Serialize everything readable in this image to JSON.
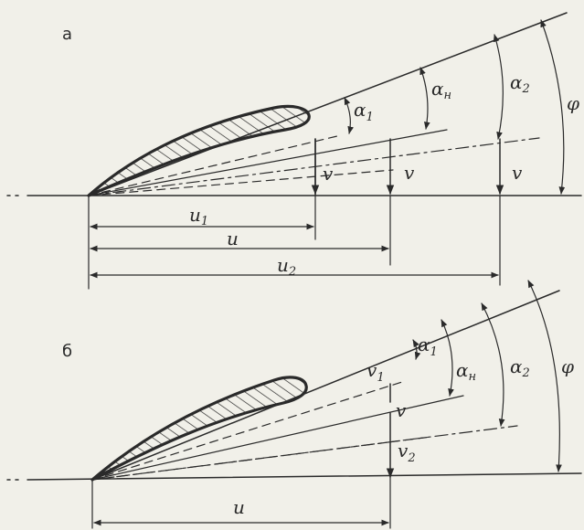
{
  "panels": {
    "a": {
      "letter": "a",
      "angles": {
        "alpha1": "α",
        "alpha1_sub": "1",
        "alphaN": "α",
        "alphaN_sub": "н",
        "alpha2": "α",
        "alpha2_sub": "2",
        "phi": "φ"
      },
      "velocities": {
        "v1": "v",
        "v2": "v",
        "v3": "v"
      },
      "dims": {
        "u1": "u",
        "u1_sub": "1",
        "u": "u",
        "u2": "u",
        "u2_sub": "2"
      }
    },
    "b": {
      "letter": "б",
      "angles": {
        "alpha1": "α",
        "alpha1_sub": "1",
        "alphaN": "α",
        "alphaN_sub": "н",
        "alpha2": "α",
        "alpha2_sub": "2",
        "phi": "φ"
      },
      "velocities": {
        "v1": "v",
        "v1_sub": "1",
        "v": "v",
        "v2": "v",
        "v2_sub": "2"
      },
      "dims": {
        "u": "u"
      }
    }
  }
}
